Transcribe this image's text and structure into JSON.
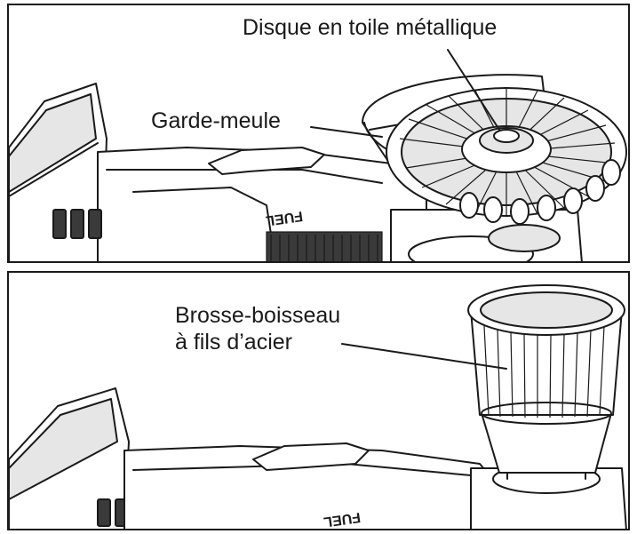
{
  "top_panel": {
    "label_disc": "Disque en toile métallique",
    "label_guard": "Garde-meule"
  },
  "bottom_panel": {
    "label_cup_line1": "Brosse-boisseau",
    "label_cup_line2": "à fils d’acier"
  },
  "tool_brand_mark": "FUEL"
}
